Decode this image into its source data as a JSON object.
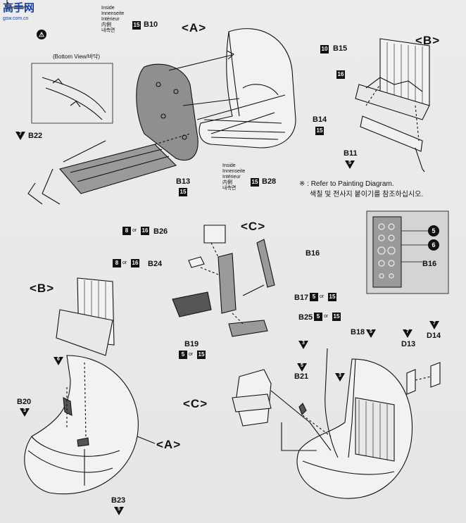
{
  "logo": {
    "chars": "高手网",
    "domain": "gsw.com.cn"
  },
  "inside_note": {
    "lines": [
      "Inside",
      "Innenseite",
      "Intérieur",
      "内側",
      "내측면"
    ]
  },
  "sections": {
    "A": "<A>",
    "B": "<B>",
    "C": "<C>"
  },
  "bottom_view": "(Bottom View/바닥)",
  "note": {
    "line1": "※ : Refer to Painting Diagram.",
    "line2": "색칠 및 전사지 붙이기를 참조하십시오."
  },
  "parts": {
    "B10": "B10",
    "B13": "B13",
    "B15": "B15",
    "B14": "B14",
    "B11": "B11",
    "B22": "B22",
    "B28": "B28",
    "B26": "B26",
    "B24": "B24",
    "B16": "B16",
    "B17": "B17",
    "B25": "B25",
    "B19": "B19",
    "B18": "B18",
    "B21": "B21",
    "B20": "B20",
    "B23": "B23",
    "D13": "D13",
    "D14": "D14"
  },
  "colors": {
    "c5": "5",
    "c6": "6",
    "c7": "7",
    "c3": "3",
    "c15": "15",
    "c16": "16",
    "c8": "8",
    "c10": "10"
  },
  "or_text": "or"
}
